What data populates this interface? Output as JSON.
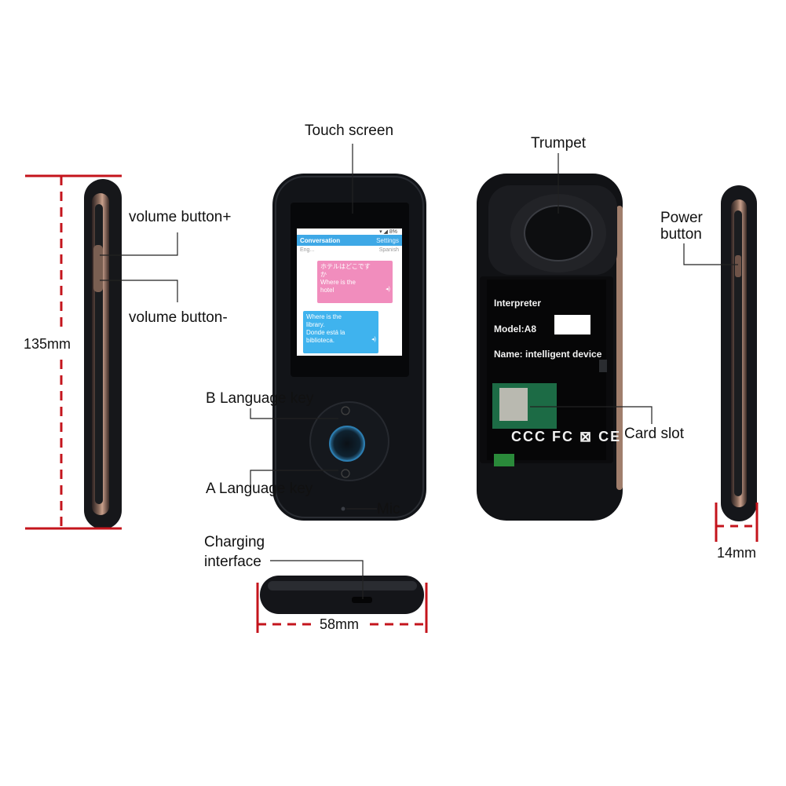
{
  "labels": {
    "touch_screen": "Touch screen",
    "trumpet": "Trumpet",
    "volume_up": "volume button+",
    "volume_down": "volume button-",
    "power_line1": "Power",
    "power_line2": "button",
    "height": "135mm",
    "b_language_key": "B Language key",
    "a_language_key": "A Language key",
    "mic": "Mic",
    "card_slot": "Card slot",
    "charging_line1": "Charging",
    "charging_line2": "interface",
    "width": "58mm",
    "depth": "14mm"
  },
  "screen": {
    "status": "▾ ◢ 8%",
    "tab_conversation": "Conversation",
    "tab_settings": "Settings",
    "lang_left": "Eng...",
    "lang_right": "Spanish",
    "pink_line1": "ホテルはどこです",
    "pink_line2": "か",
    "pink_line3": "Where is the",
    "pink_line4": "hotel",
    "blue_line1": "Where is the",
    "blue_line2": "library.",
    "blue_line3": "Donde está la",
    "blue_line4": "biblioteca."
  },
  "sticker": {
    "title": "Interpreter",
    "model": "Model:A8",
    "name": "Name: intelligent device",
    "certs": "CCC FC ⊠ CE"
  },
  "colors": {
    "device_body": "#121418",
    "dimension_line": "#c4141c",
    "screen_tab_bar": "#3ea8e6",
    "bubble_pink": "#f18dbd",
    "bubble_blue": "#3fb3ee"
  }
}
